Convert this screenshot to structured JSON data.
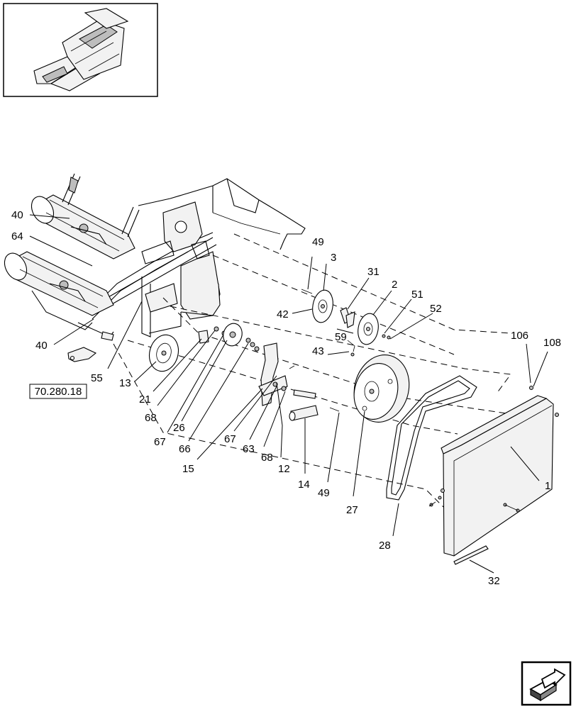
{
  "reference_label": "70.280.18",
  "callouts": {
    "c40a": "40",
    "c64": "64",
    "c40b": "40",
    "c55": "55",
    "c13": "13",
    "c21": "21",
    "c68a": "68",
    "c67a": "67",
    "c26": "26",
    "c66": "66",
    "c15": "15",
    "c67b": "67",
    "c63": "63",
    "c68b": "68",
    "c12": "12",
    "c14": "14",
    "c49a": "49",
    "c3": "3",
    "c31": "31",
    "c2": "2",
    "c51": "51",
    "c52": "52",
    "c42": "42",
    "c59": "59",
    "c43": "43",
    "c49b": "49",
    "c27": "27",
    "c28": "28",
    "c106": "106",
    "c108": "108",
    "c1": "1",
    "c32": "32"
  },
  "icons": {
    "thumbnail": "combine-overview-thumbnail",
    "nav": "next-page-arrow-icon"
  }
}
